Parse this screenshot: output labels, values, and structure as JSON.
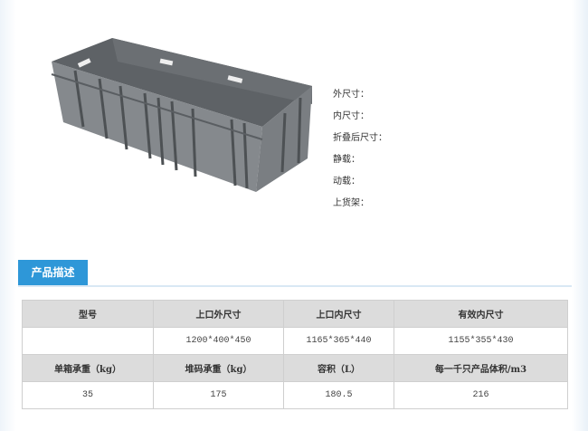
{
  "specs": {
    "labels": [
      "外尺寸：",
      "内尺寸：",
      "折叠后尺寸：",
      "静载：",
      "动载：",
      "上货架："
    ]
  },
  "section_tab": "产品描述",
  "table": {
    "header1": [
      "型号",
      "上口外尺寸",
      "上口内尺寸",
      "有效内尺寸"
    ],
    "row1": [
      "",
      "1200*400*450",
      "1165*365*440",
      "1155*355*430"
    ],
    "header2": [
      "单箱承重（kg）",
      "堆码承重（kg）",
      "容积（L）",
      "每一千只产品体积/m3"
    ],
    "row2": [
      "35",
      "175",
      "180.5",
      "216"
    ]
  },
  "colors": {
    "tab": "#2e97d8",
    "header_bg": "#dcdcdc",
    "crate": "#7b7f83"
  }
}
